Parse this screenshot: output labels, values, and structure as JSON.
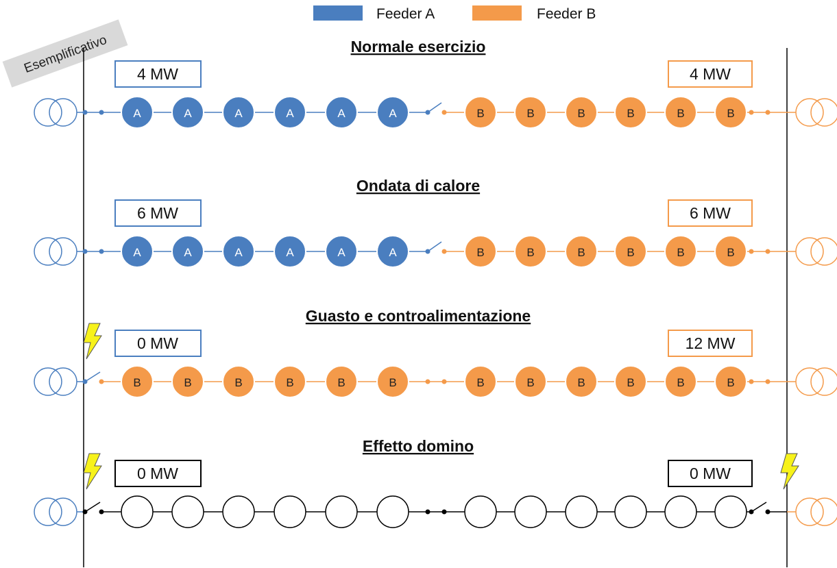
{
  "legend": [
    {
      "label": "Feeder A",
      "color": "#4a7ebf"
    },
    {
      "label": "Feeder B",
      "color": "#f49a4a"
    }
  ],
  "stamp": "Esemplificativo",
  "colors": {
    "A": "#4a7ebf",
    "B": "#f49a4a",
    "off": "#000000",
    "bolt": "#f7f21a"
  },
  "scenarios": [
    {
      "title": "Normale esercizio",
      "left_mw": "4 MW",
      "right_mw": "4 MW",
      "left_box_color": "A",
      "right_box_color": "B",
      "left_nodes": [
        "A",
        "A",
        "A",
        "A",
        "A",
        "A"
      ],
      "right_nodes": [
        "B",
        "B",
        "B",
        "B",
        "B",
        "B"
      ],
      "left_source": "A",
      "right_source": "B",
      "left_line": "A",
      "right_line": "B",
      "left_breaker": "closed",
      "right_breaker": "closed",
      "tie_switch": "open",
      "tie_color": "A",
      "fault_left": false,
      "fault_right": false
    },
    {
      "title": "Ondata di calore",
      "left_mw": "6 MW",
      "right_mw": "6 MW",
      "left_box_color": "A",
      "right_box_color": "B",
      "left_nodes": [
        "A",
        "A",
        "A",
        "A",
        "A",
        "A"
      ],
      "right_nodes": [
        "B",
        "B",
        "B",
        "B",
        "B",
        "B"
      ],
      "left_source": "A",
      "right_source": "B",
      "left_line": "A",
      "right_line": "B",
      "left_breaker": "closed",
      "right_breaker": "closed",
      "tie_switch": "open",
      "tie_color": "A",
      "fault_left": false,
      "fault_right": false
    },
    {
      "title": "Guasto e controalimentazione",
      "left_mw": "0 MW",
      "right_mw": "12 MW",
      "left_box_color": "A",
      "right_box_color": "B",
      "left_nodes": [
        "B",
        "B",
        "B",
        "B",
        "B",
        "B"
      ],
      "right_nodes": [
        "B",
        "B",
        "B",
        "B",
        "B",
        "B"
      ],
      "left_source": "A",
      "right_source": "B",
      "left_line": "B",
      "right_line": "B",
      "left_breaker": "open",
      "right_breaker": "closed",
      "tie_switch": "closed",
      "tie_color": "B",
      "fault_left": true,
      "fault_right": false
    },
    {
      "title": "Effetto domino",
      "left_mw": "0 MW",
      "right_mw": "0 MW",
      "left_box_color": "off",
      "right_box_color": "off",
      "left_nodes": [
        "",
        "",
        "",
        "",
        "",
        ""
      ],
      "right_nodes": [
        "",
        "",
        "",
        "",
        "",
        ""
      ],
      "left_source": "A",
      "right_source": "B",
      "left_line": "off",
      "right_line": "off",
      "left_breaker": "open",
      "right_breaker": "open",
      "tie_switch": "closed",
      "tie_color": "off",
      "fault_left": true,
      "fault_right": true
    }
  ]
}
